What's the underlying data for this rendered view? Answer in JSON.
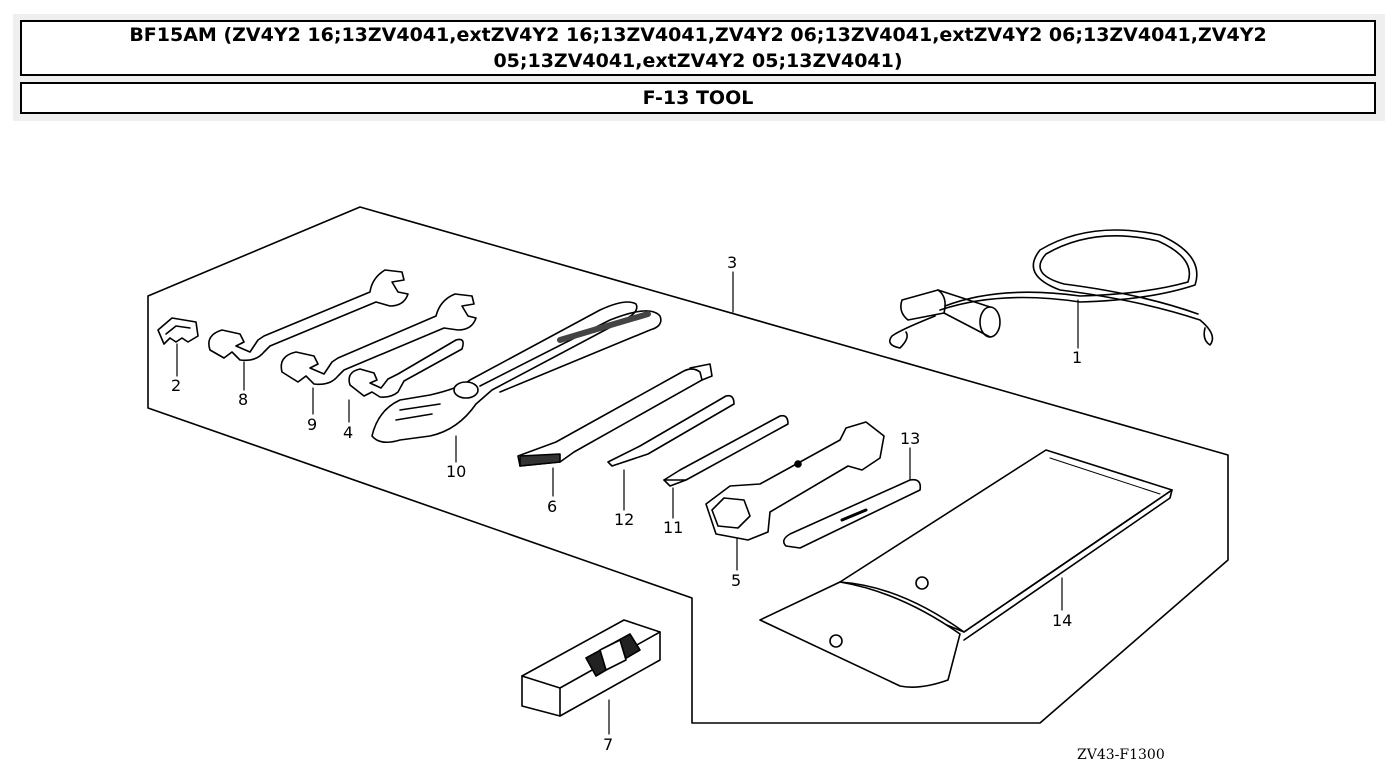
{
  "header": {
    "model_title": "BF15AM (ZV4Y2 16;13ZV4041,extZV4Y2 16;13ZV4041,ZV4Y2 06;13ZV4041,extZV4Y2 06;13ZV4041,ZV4Y2 05;13ZV4041,extZV4Y2 05;13ZV4041)",
    "section_title": "F-13 TOOL"
  },
  "diagram": {
    "callouts": [
      "1",
      "2",
      "3",
      "4",
      "5",
      "6",
      "7",
      "8",
      "9",
      "10",
      "11",
      "12",
      "13",
      "14"
    ],
    "drawing_code": "ZV43-F1300"
  }
}
